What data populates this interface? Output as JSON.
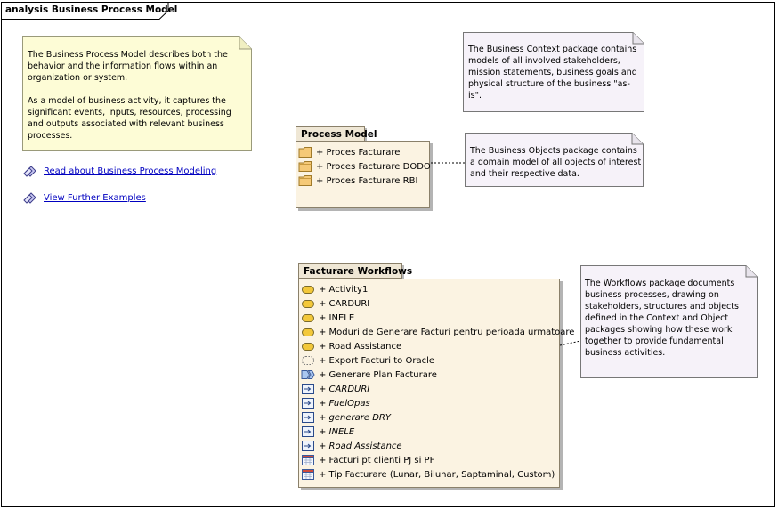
{
  "frame": {
    "title": "analysis Business Process Model"
  },
  "notes": {
    "bpm": {
      "para1": "The Business Process Model describes both the behavior and the information flows within an organization or system.",
      "para2": "As a model of business activity, it captures the significant events, inputs, resources, processing and outputs associated with relevant business processes."
    },
    "context": {
      "text": "The Business Context package contains models of all involved stakeholders, mission statements, business goals and physical structure of the business \"as-is\"."
    },
    "objects": {
      "text": "The Business Objects package contains a domain model of all objects of interest and their respective data."
    },
    "workflows": {
      "text": "The Workflows package documents business processes, drawing on stakeholders, structures and objects defined in the Context and Object packages showing how these work together to provide fundamental business activities."
    }
  },
  "links": [
    {
      "label": "Read about Business Process Modeling",
      "icon": "hyperlink-icon"
    },
    {
      "label": "View Further Examples",
      "icon": "hyperlink-icon"
    }
  ],
  "process_model": {
    "title": "Process Model",
    "items": [
      {
        "label": "+ Proces Facturare",
        "icon": "folder-icon"
      },
      {
        "label": "+ Proces Facturare DODO",
        "icon": "folder-icon"
      },
      {
        "label": "+ Proces Facturare RBI",
        "icon": "folder-icon"
      }
    ]
  },
  "workflows": {
    "title": "Facturare Workflows",
    "items": [
      {
        "label": "+ Activity1",
        "icon": "activity-icon",
        "italic": false
      },
      {
        "label": "+ CARDURI",
        "icon": "activity-icon",
        "italic": false
      },
      {
        "label": "+ INELE",
        "icon": "activity-icon",
        "italic": false
      },
      {
        "label": "+ Moduri de Generare Facturi pentru perioada urmatoare",
        "icon": "activity-icon",
        "italic": false
      },
      {
        "label": "+ Road Assistance",
        "icon": "activity-icon",
        "italic": false
      },
      {
        "label": "+ Export Facturi to Oracle",
        "icon": "interruptible-region-icon",
        "italic": false
      },
      {
        "label": "+ Generare Plan Facturare",
        "icon": "event-icon",
        "italic": false
      },
      {
        "label": "+ CARDURI",
        "icon": "diagram-icon",
        "italic": true
      },
      {
        "label": "+ FuelOpas",
        "icon": "diagram-icon",
        "italic": true
      },
      {
        "label": "+ generare DRY",
        "icon": "diagram-icon",
        "italic": true
      },
      {
        "label": "+ INELE",
        "icon": "diagram-icon",
        "italic": true
      },
      {
        "label": "+ Road Assistance",
        "icon": "diagram-icon",
        "italic": true
      },
      {
        "label": "+ Facturi pt clienti PJ si PF",
        "icon": "calendar-icon",
        "italic": false
      },
      {
        "label": "+ Tip Facturare (Lunar, Bilunar, Saptaminal, Custom)",
        "icon": "calendar-icon",
        "italic": false
      }
    ]
  },
  "colors": {
    "note_bpm": "#fdfcd6",
    "note_other": "#f6f2f9",
    "package_body": "#fbf3e2",
    "package_tab": "#efe7d5",
    "link": "#0000c0"
  }
}
